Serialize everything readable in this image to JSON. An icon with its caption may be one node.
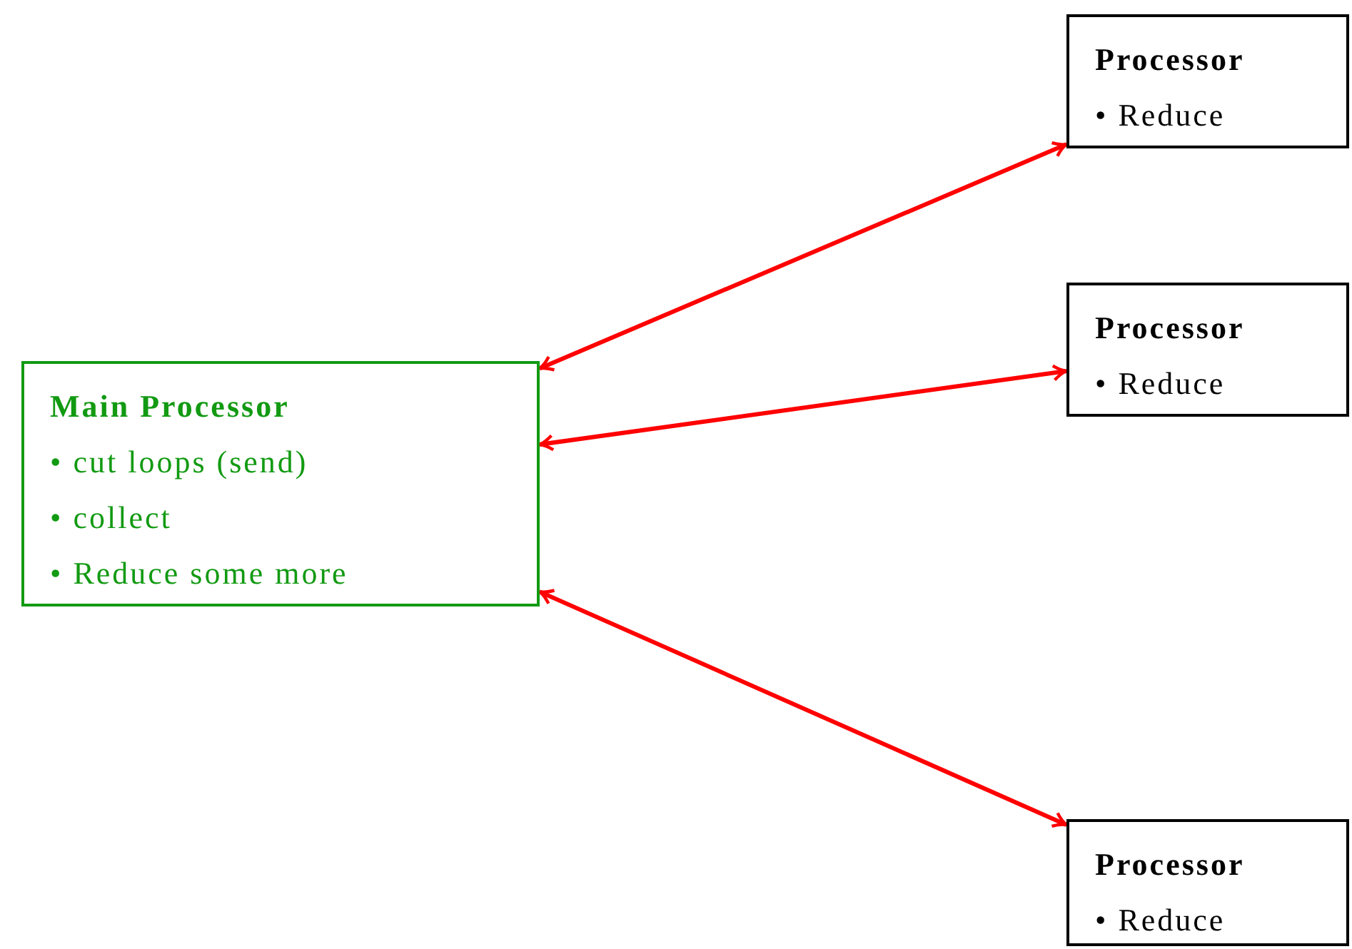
{
  "diagram": {
    "nodes": [
      {
        "text": [
          "Main Processor",
          "• cut loops (send)",
          "• collect",
          "• Reduce some more"
        ]
      },
      {
        "text": [
          "Processor",
          "• Reduce"
        ]
      },
      {
        "text": [
          "Processor",
          "• Reduce"
        ]
      },
      {
        "text": [
          "Processor",
          "• Reduce"
        ]
      }
    ],
    "edges": [
      {
        "from": 0,
        "to": 1,
        "arrow": "both"
      },
      {
        "from": 0,
        "to": 2,
        "arrow": "both"
      },
      {
        "from": 0,
        "to": 3,
        "arrow": "both"
      }
    ]
  }
}
